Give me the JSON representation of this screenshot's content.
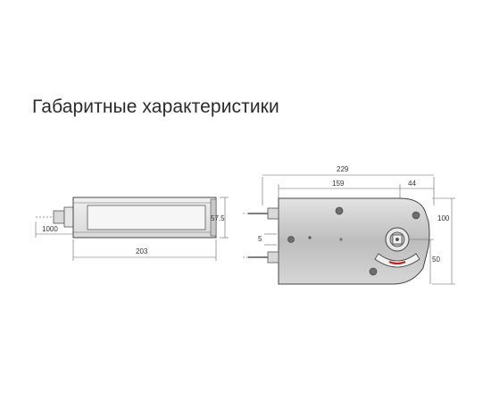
{
  "title": "Габаритные характеристики",
  "left_view": {
    "dims": {
      "cable": "1000",
      "height": "57.5",
      "length": "203"
    }
  },
  "right_view": {
    "dims": {
      "overall": "229",
      "body": "159",
      "offset": "44",
      "height": "100",
      "lower": "50",
      "small": "5"
    }
  },
  "colors": {
    "line": "#4a4a4a",
    "body_fill": "#cfcfcf",
    "dark": "#7a7a7a"
  }
}
